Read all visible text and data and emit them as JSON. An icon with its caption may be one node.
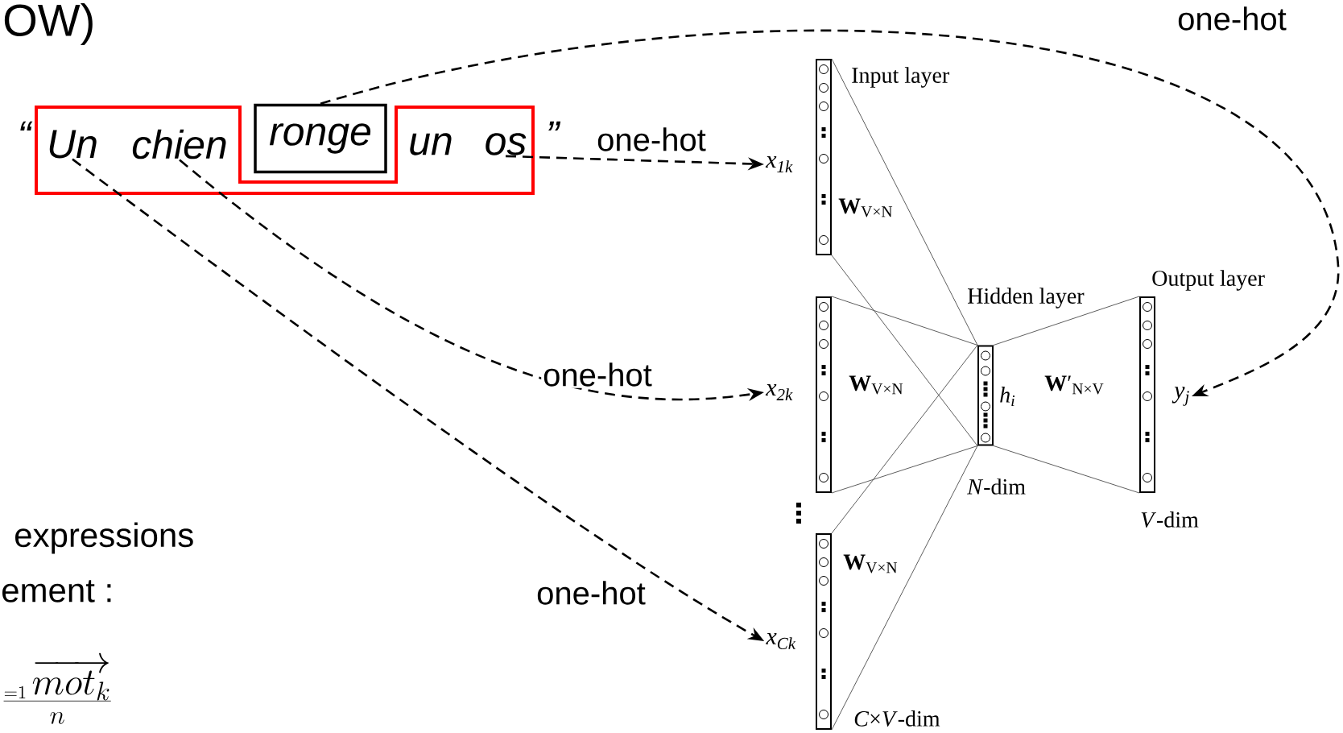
{
  "diagram": {
    "nodes": [
      {
        "text": [],
        "shape": "box"
      },
      {
        "text": [
          "Un"
        ],
        "in": 0
      },
      {
        "text": [
          "chien"
        ],
        "in": 0
      },
      {
        "text": [
          "ronge"
        ]
      },
      {
        "text": [
          "un"
        ],
        "in": 0
      },
      {
        "text": [
          "os"
        ],
        "in": 0
      },
      {
        "text": [
          "x$_{1k}$"
        ]
      },
      {
        "text": [
          "Input layer"
        ]
      },
      {
        "text": [],
        "shape": "box"
      },
      {
        "text": [],
        "shape": "box",
        "beside": [
          "*C*×*V*-dim"
        ]
      },
      {
        "text": [
          "Hidden layer"
        ],
        "beside": [
          "h$_{i}$",
          "*N*-dim"
        ]
      },
      {
        "text": [
          "Output layer"
        ],
        "beside": [
          "*V*-dim"
        ]
      },
      {
        "text": [
          "x$_{2k}$"
        ]
      },
      {
        "text": [
          "x$_{Ck}$"
        ]
      },
      {
        "text": [
          "y$_{j}$"
        ]
      }
    ],
    "edges": [
      {
        "from": 5,
        "to": 6,
        "arrow": "to",
        "label": "one-hot",
        "style": "dashed"
      },
      {
        "from": 2,
        "to": 12,
        "arrow": "to",
        "label": "one-hot",
        "style": "dashed"
      },
      {
        "from": 1,
        "to": 13,
        "arrow": "to",
        "label": "one-hot",
        "style": "dashed"
      },
      {
        "from": 3,
        "to": 14,
        "arrow": "to",
        "label": "one-hot",
        "style": "dashed"
      },
      {
        "from": 7,
        "to": 10,
        "arrow": "none"
      },
      {
        "from": 8,
        "to": 10,
        "arrow": "none"
      },
      {
        "from": 9,
        "to": 10,
        "arrow": "none"
      },
      {
        "from": 10,
        "to": 11,
        "arrow": "none"
      }
    ],
    "labels": [
      "OW)",
      "“",
      "”",
      "**W**$_{V×N}$",
      "**W**$_{V×N}$",
      "**W**′$_{N×V}$",
      "**W**$_{V×N}$",
      "expressions",
      "ement :",
      "\\frac{{}_{=1}\\,\\overrightarrow{mot_k}}{n}"
    ]
  }
}
